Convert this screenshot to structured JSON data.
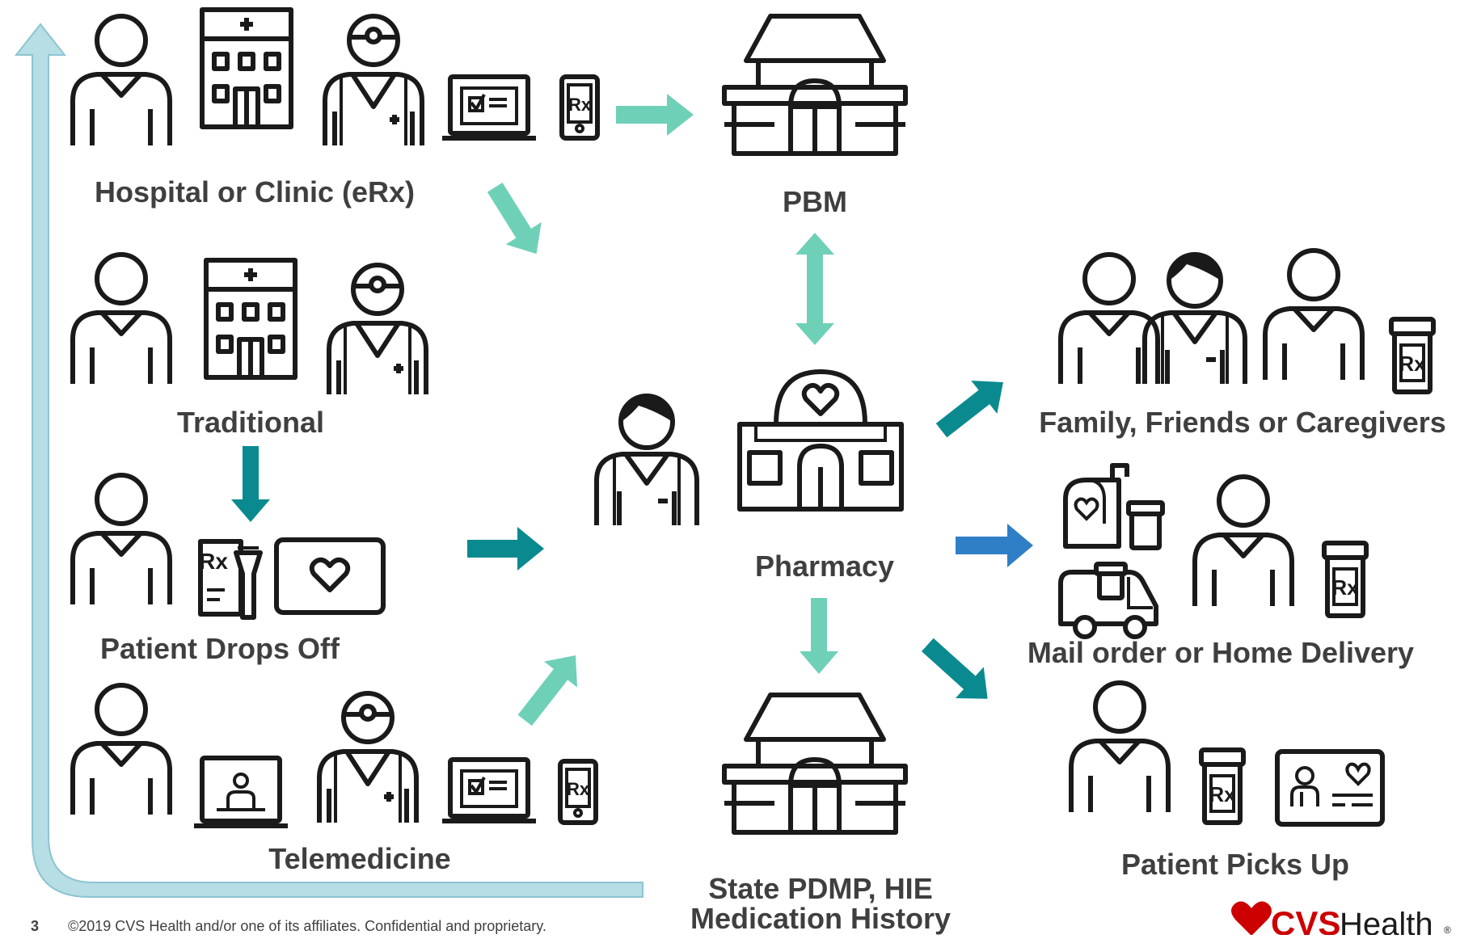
{
  "labels": {
    "hospital": "Hospital or Clinic (eRx)",
    "pbm": "PBM",
    "traditional": "Traditional",
    "family": "Family, Friends or Caregivers",
    "drops_off": "Patient Drops Off",
    "pharmacy": "Pharmacy",
    "mail_order": "Mail order or Home Delivery",
    "telemedicine": "Telemedicine",
    "picks_up": "Patient Picks Up",
    "pdmp_line1": "State PDMP, HIE",
    "pdmp_line2": "Medication History"
  },
  "footer": {
    "page_number": "3",
    "copyright": "©2019 CVS Health and/or one of its affiliates. Confidential and proprietary."
  },
  "logo": {
    "brand_bold": "CVS",
    "brand_light": "Health",
    "registered": "®"
  },
  "icon_labels": {
    "rx": "Rx"
  },
  "colors": {
    "arrow_light": "#6fd0b8",
    "arrow_teal": "#0a8a8f",
    "arrow_blue": "#2f7fc6",
    "loop_arrow": "#b7dde5",
    "loop_arrow_edge": "#8cc5d2",
    "icon": "#1a1a1a",
    "text": "#3f3f3f",
    "brand_red": "#cc0000"
  }
}
